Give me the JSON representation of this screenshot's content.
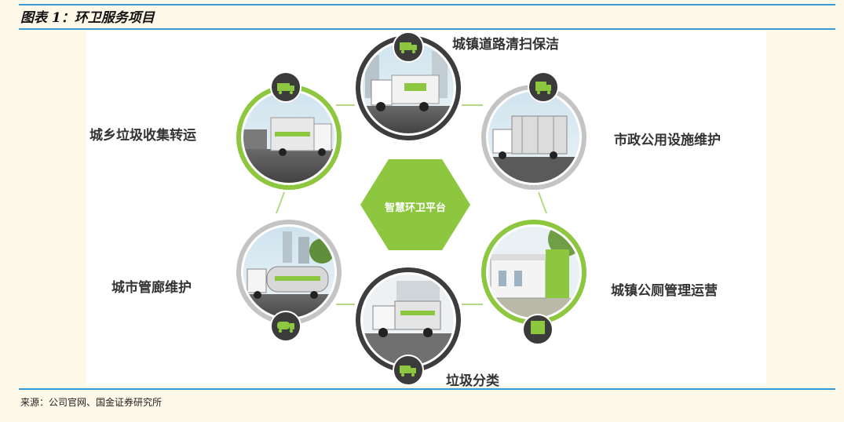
{
  "figure": {
    "title": "图表 1：环卫服务项目",
    "source": "来源：公司官网、国金证券研究所"
  },
  "diagram": {
    "center": "智慧环卫平台",
    "services": [
      {
        "id": "road-cleaning",
        "label": "城镇道路清扫保洁",
        "icon": "truck-icon"
      },
      {
        "id": "collection-transfer",
        "label": "城乡垃圾收集转运",
        "icon": "garbage-truck-icon"
      },
      {
        "id": "municipal-maintenance",
        "label": "市政公用设施维护",
        "icon": "box-truck-icon"
      },
      {
        "id": "utility-tunnel",
        "label": "城市管廊维护",
        "icon": "tanker-truck-icon"
      },
      {
        "id": "public-toilet",
        "label": "城镇公厕管理运营",
        "icon": "building-icon"
      },
      {
        "id": "sorting",
        "label": "垃圾分类",
        "icon": "sorting-truck-icon"
      }
    ]
  },
  "colors": {
    "accent": "#8dc63f",
    "ring_gray": "#c4c4c4",
    "icon_dark": "#3b3b3b",
    "rule": "#3a9bd8"
  }
}
